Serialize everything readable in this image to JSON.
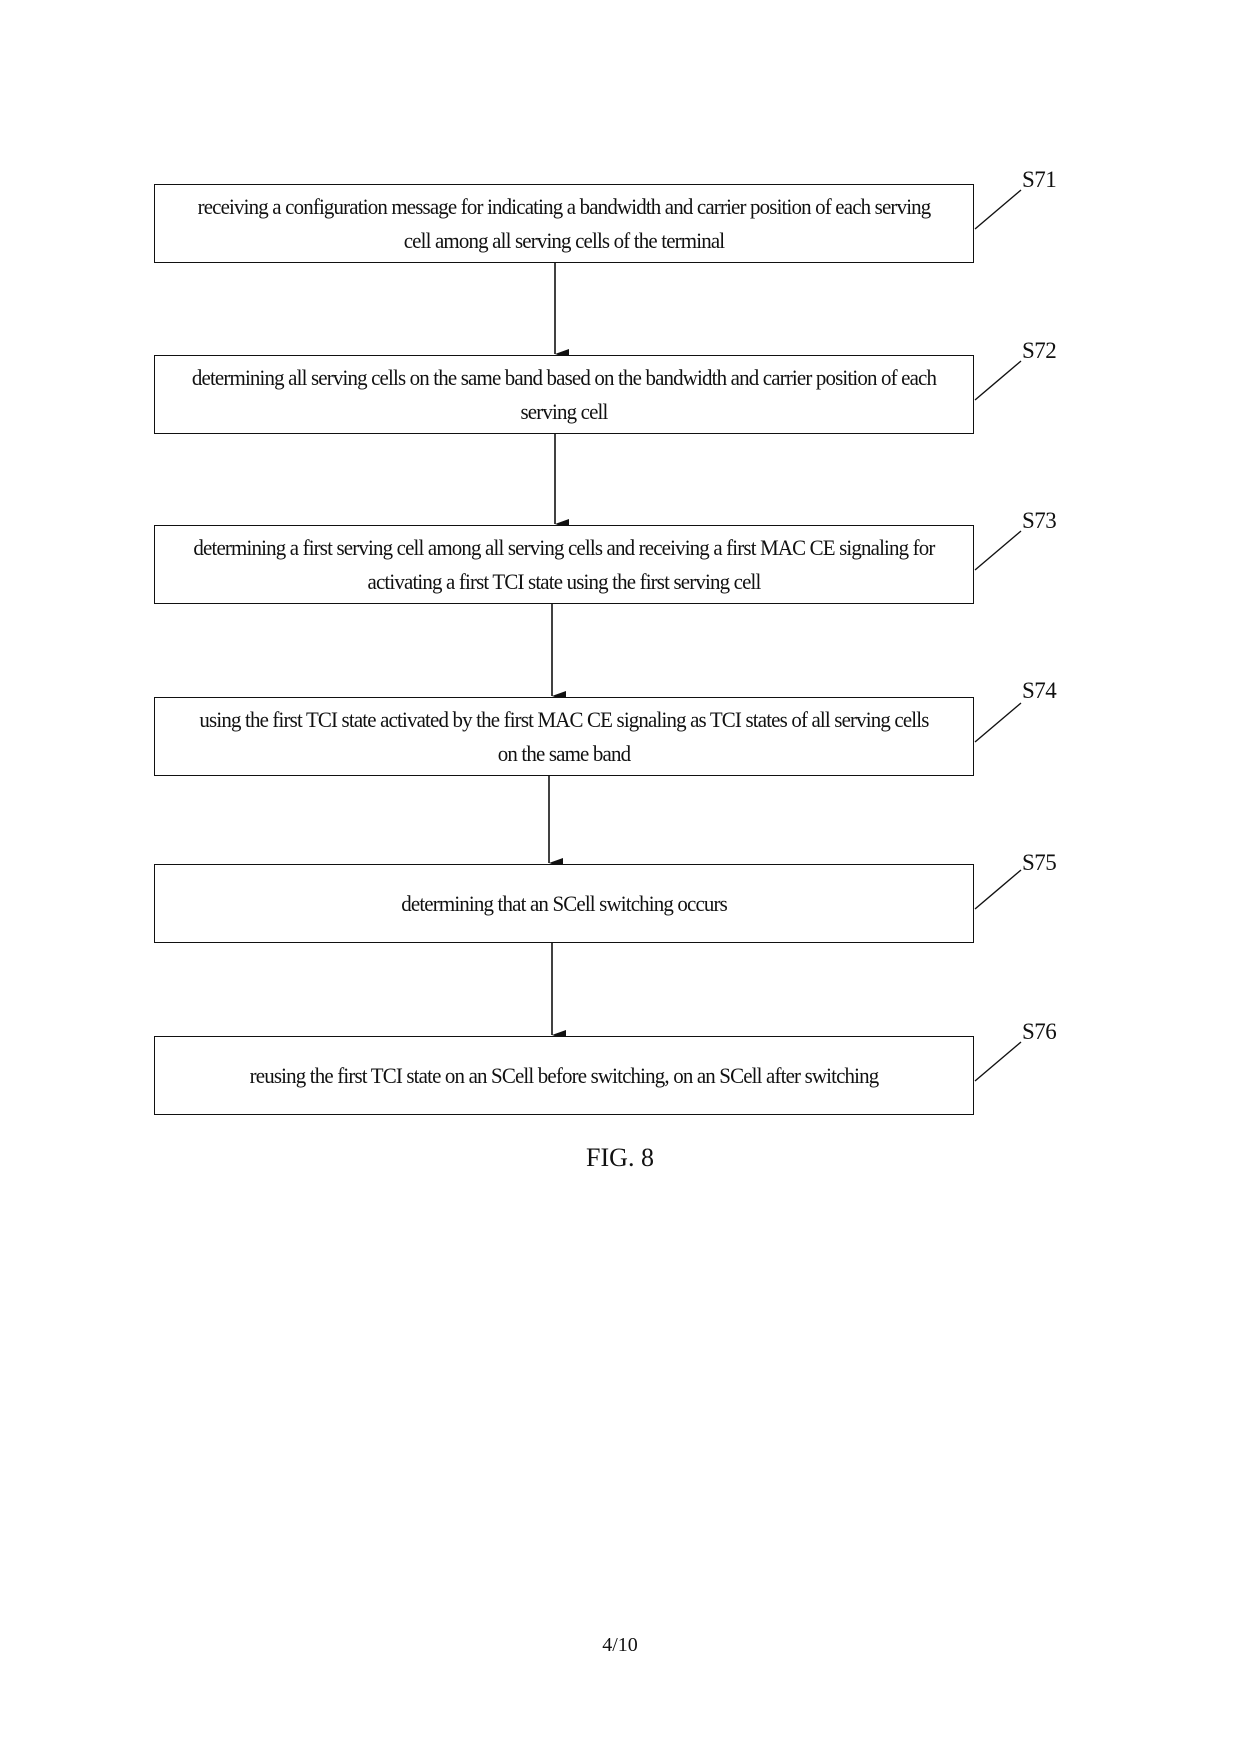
{
  "figure": {
    "caption": "FIG. 8",
    "steps": [
      {
        "id": "S71",
        "text": "receiving a configuration message for indicating a bandwidth and carrier position of each serving cell among all serving cells of the terminal"
      },
      {
        "id": "S72",
        "text": "determining all serving cells on the same band based on the bandwidth and carrier position of each serving cell"
      },
      {
        "id": "S73",
        "text": "determining a first serving cell among all serving cells and receiving a first MAC CE signaling for activating a first TCI state using the first serving cell"
      },
      {
        "id": "S74",
        "text": "using the first TCI state activated by the first MAC CE signaling as TCI states of all serving cells on the same band"
      },
      {
        "id": "S75",
        "text": "determining that an SCell switching occurs"
      },
      {
        "id": "S76",
        "text": "reusing the first TCI state on an SCell before switching, on an SCell after switching"
      }
    ]
  },
  "page": {
    "number": "4/10"
  }
}
